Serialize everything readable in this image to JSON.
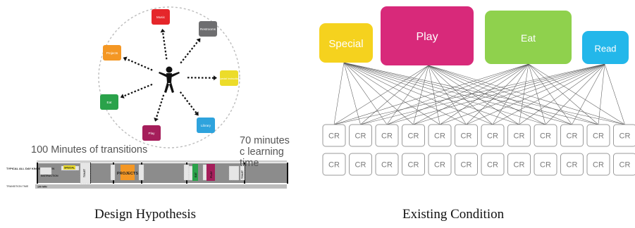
{
  "left_panel": {
    "hub": {
      "nodes": [
        {
          "label": "Music",
          "color": "#e5262a"
        },
        {
          "label": "Restrooms",
          "color": "#6e6e70"
        },
        {
          "label": "Special Instruction",
          "color": "#ecdc2a"
        },
        {
          "label": "Library",
          "color": "#2ea3dd"
        },
        {
          "label": "Play",
          "color": "#a51e5b"
        },
        {
          "label": "Eat",
          "color": "#2aa24a"
        },
        {
          "label": "Projects",
          "color": "#f49724"
        }
      ]
    },
    "transitions_text": "100 Minutes of transitions",
    "learning_text": "70 minutes c learning time",
    "schedule": {
      "row_label": "TYPICAL ALL DAY KINDERGARTEN",
      "transition_label": "TRANSITION TIME",
      "transition_value": "100 MIN",
      "tags": {
        "special": "SPECIAL",
        "instruction": "INSTRUCTION",
        "toilet": "TOILET",
        "projects": "PROJECTS",
        "eat": "EAT",
        "play": "PLAY"
      }
    }
  },
  "right_panel": {
    "activities": [
      {
        "label": "Special",
        "color": "#f5d21e"
      },
      {
        "label": "Play",
        "color": "#d8297a"
      },
      {
        "label": "Eat",
        "color": "#8fd14d"
      },
      {
        "label": "Read",
        "color": "#23b7ea"
      }
    ],
    "classroom_label": "CR",
    "rows": 2,
    "columns": 12
  },
  "captions": {
    "left": "Design Hypothesis",
    "right": "Existing Condition"
  }
}
